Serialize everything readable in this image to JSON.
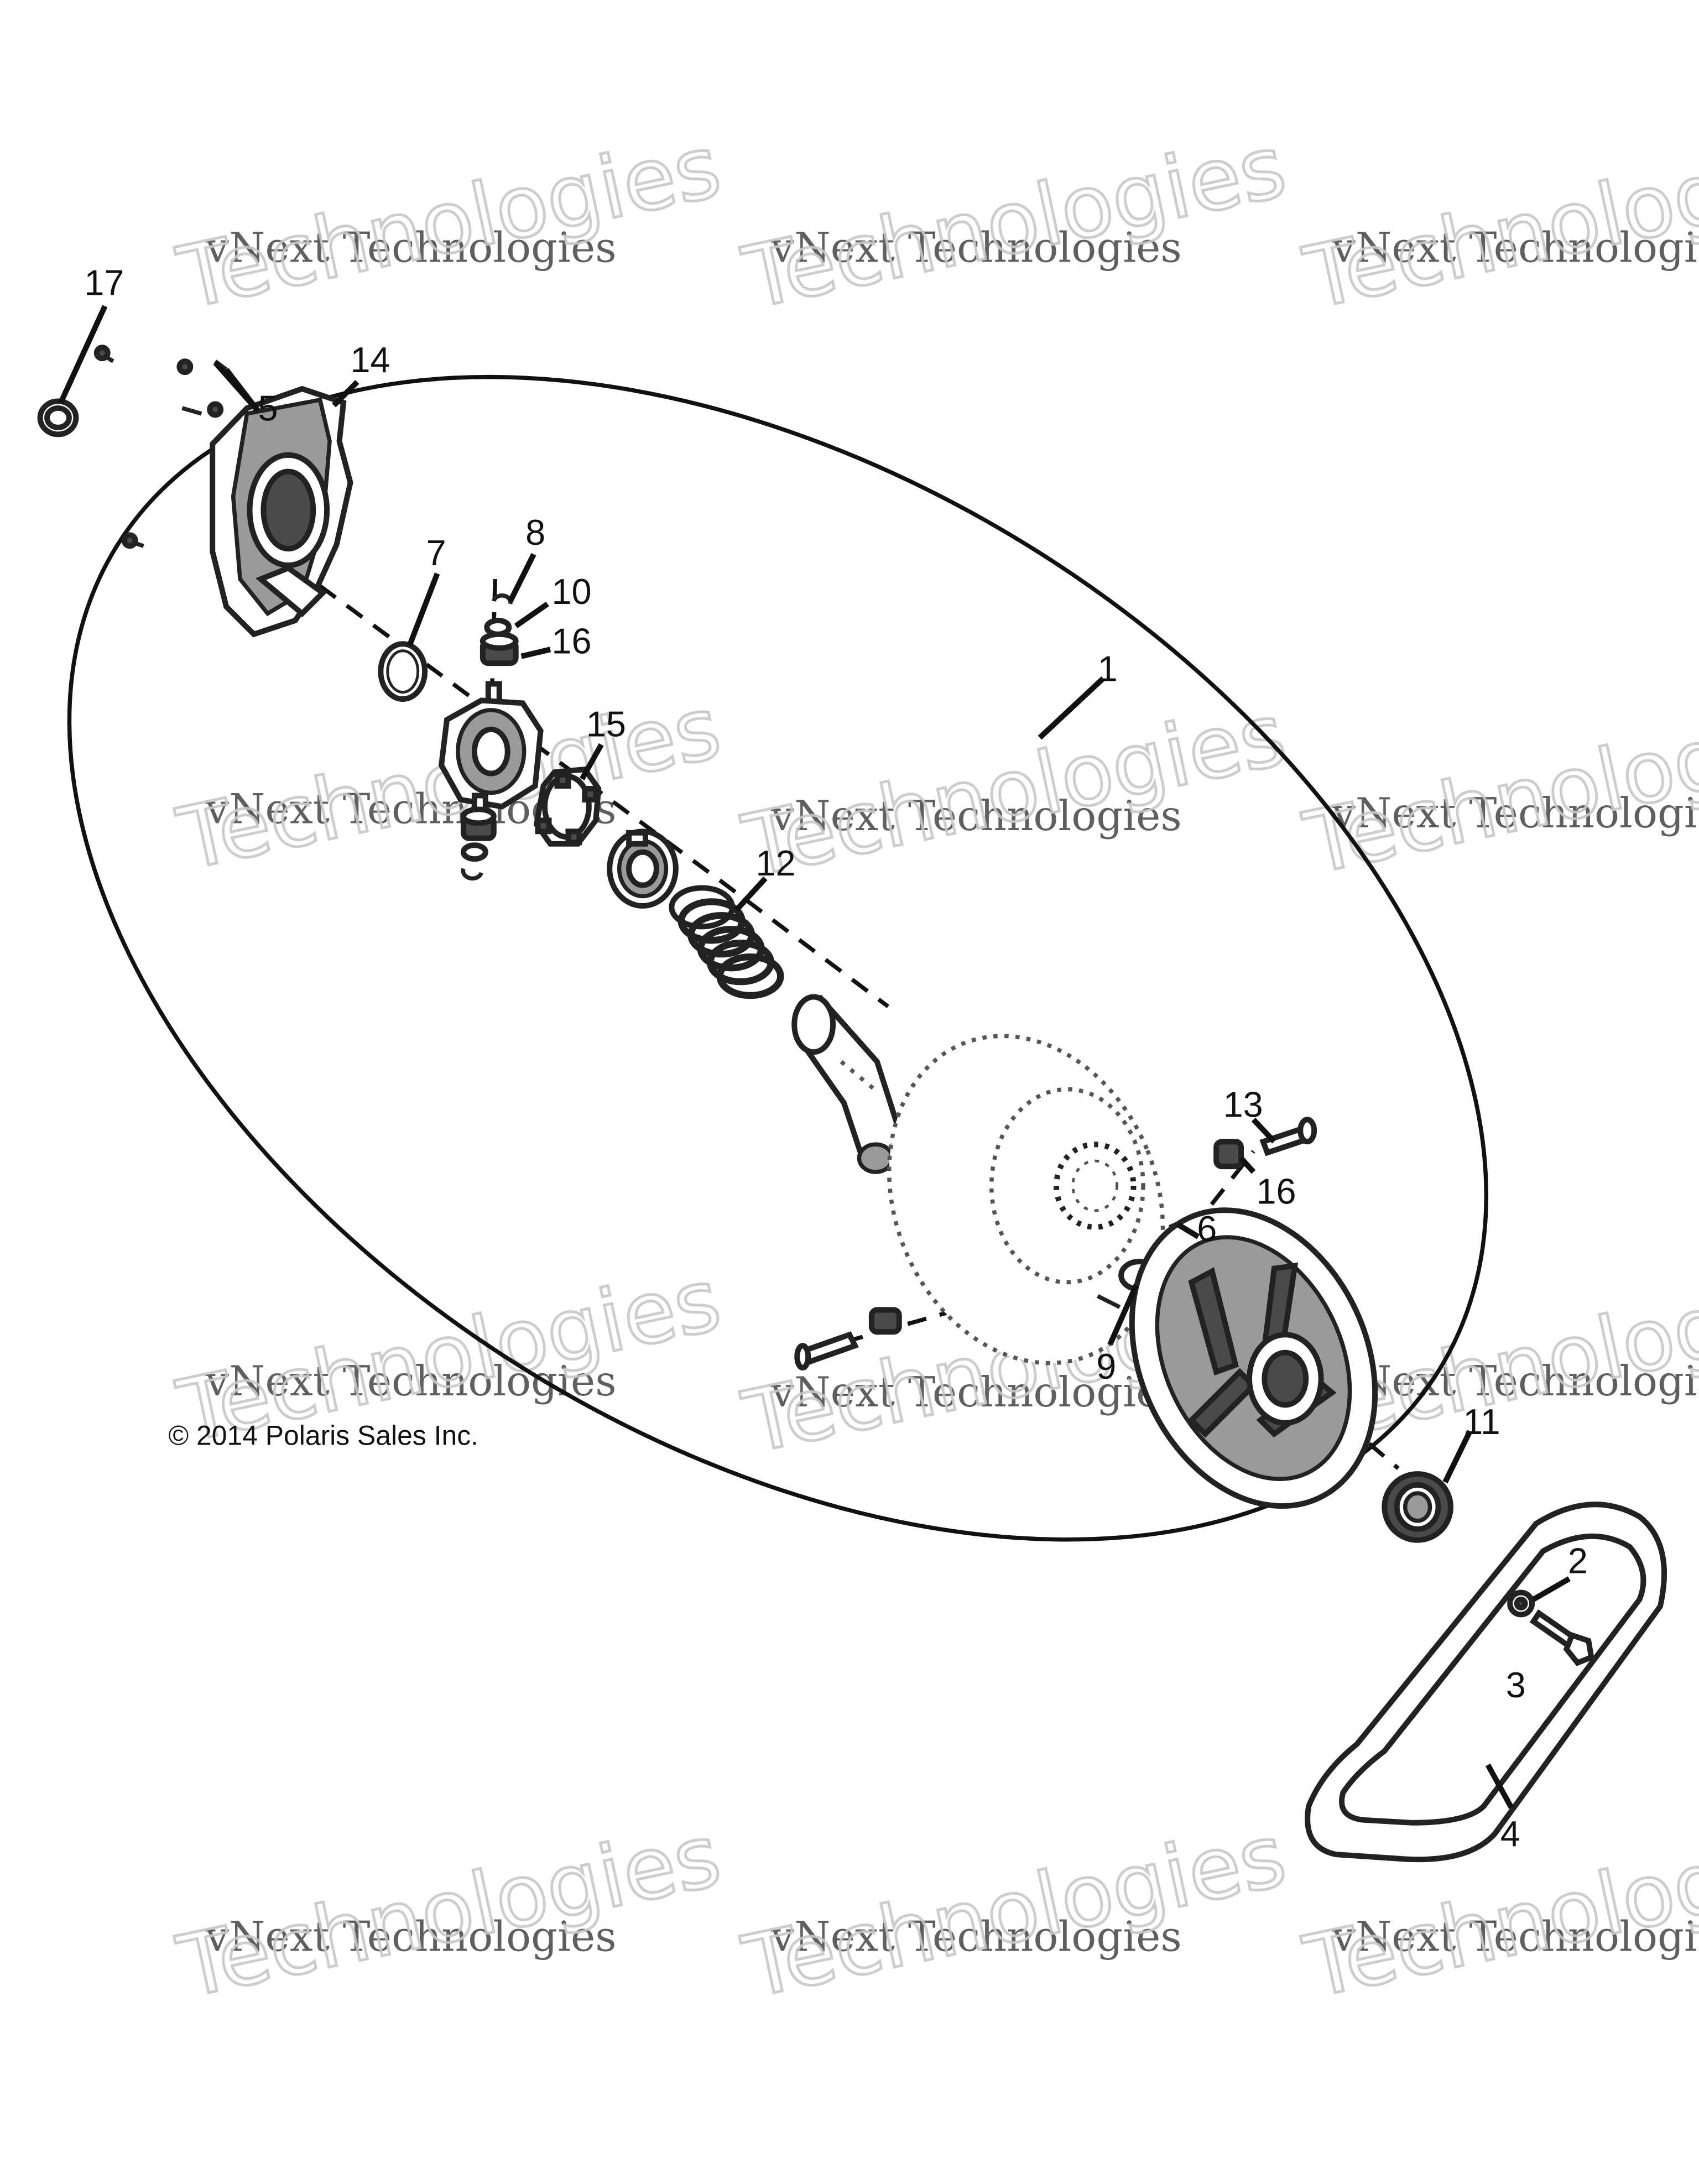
{
  "copyright": "© 2014 Polaris Sales Inc.",
  "watermark": {
    "line1": "vNext Technologies",
    "line2_word1": "vNext",
    "line2_word2": "Technologies"
  },
  "callouts": {
    "c1": "1",
    "c2": "2",
    "c3": "3",
    "c4": "4",
    "c5": "5",
    "c6": "6",
    "c7": "7",
    "c8": "8",
    "c9": "9",
    "c10": "10",
    "c11": "11",
    "c12": "12",
    "c13": "13",
    "c14": "14",
    "c15": "15",
    "c16a": "16",
    "c16b": "16",
    "c17": "17"
  }
}
